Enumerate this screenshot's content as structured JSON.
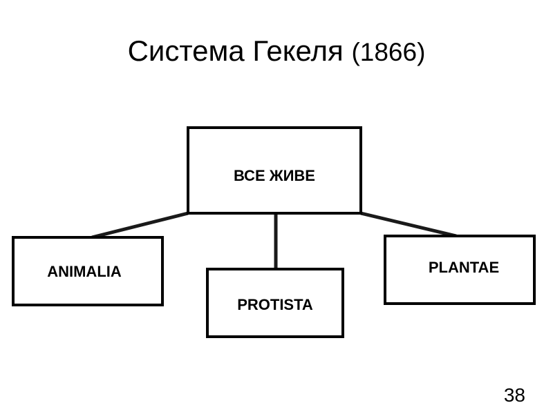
{
  "slide": {
    "title": "Система Гекеля",
    "title_year": "(1866)",
    "page_number": "38"
  },
  "diagram": {
    "root": {
      "label": "ВСЕ ЖИВЕ"
    },
    "children": [
      {
        "label": "ANIMALIA"
      },
      {
        "label": "PROTISTA"
      },
      {
        "label": "PLANTAE"
      }
    ],
    "line_color": "#1a1a1a",
    "box_border_color": "#000000"
  }
}
